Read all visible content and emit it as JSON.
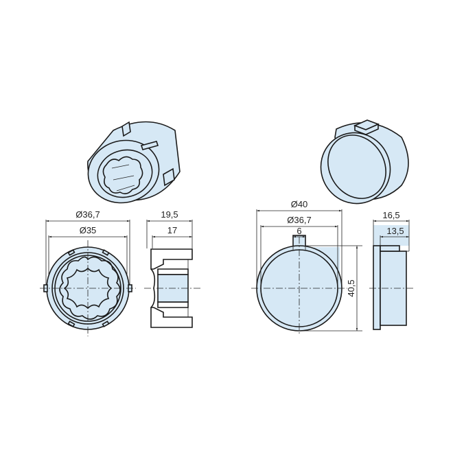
{
  "drawing": {
    "title": "Roller shutter motor adapter set – technical drawing",
    "fill_color": "#d6e8f5",
    "line_color": "#1a1a1a",
    "crown_adapter": {
      "views": [
        "isometric",
        "front",
        "section"
      ],
      "dimensions": {
        "outer_diameter": "Ø36,7",
        "inner_diameter": "Ø35",
        "overall_length": "19,5",
        "body_length": "17"
      }
    },
    "drive_ring": {
      "views": [
        "isometric",
        "front",
        "side"
      ],
      "dimensions": {
        "outer_diameter": "Ø40",
        "inner_diameter": "Ø36,7",
        "key_width": "6",
        "height": "40,5",
        "overall_length": "16,5",
        "body_length": "13,5"
      }
    }
  }
}
